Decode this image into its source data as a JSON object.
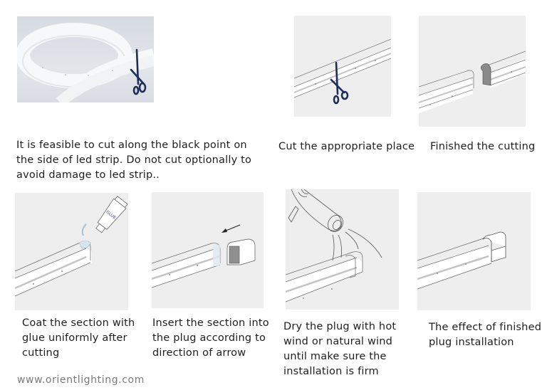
{
  "steps": [
    {
      "id": 1,
      "image": "flexible-led-strip-photo-with-scissors",
      "caption_lines": [
        "It is feasible to cut along the black point on",
        "the side of led strip. Do not cut optionally to",
        "avoid damage to led strip.."
      ]
    },
    {
      "id": 2,
      "image": "strip-with-scissors-at-cut-point",
      "caption_lines": [
        "Cut the appropriate place"
      ]
    },
    {
      "id": 3,
      "image": "strip-cut-into-two-pieces",
      "caption_lines": [
        "Finished the cutting"
      ]
    },
    {
      "id": 4,
      "image": "glue-tube-applying-glue",
      "glue_label": "GLUE",
      "caption_lines": [
        "Coat the section with",
        "glue uniformly after",
        "cutting"
      ]
    },
    {
      "id": 5,
      "image": "strip-inserting-into-end-plug-with-arrow",
      "caption_lines": [
        "Insert the section into",
        "the plug according to",
        "direction of arrow"
      ]
    },
    {
      "id": 6,
      "image": "hair-dryer-drying-plug",
      "caption_lines": [
        "Dry the plug with hot",
        "wind or natural wind",
        "until make sure the",
        "installation is firm"
      ]
    },
    {
      "id": 7,
      "image": "strip-with-installed-end-plug",
      "caption_lines": [
        "The effect of finished",
        "plug installation"
      ]
    }
  ],
  "footer": {
    "website": "www.orientlighting.com"
  },
  "colors": {
    "panel_bg": "#eeeeee",
    "scissors": "#1f2d5a",
    "line": "#6d6d6d",
    "strip_fill": "#ffffff",
    "led_band": "#c8c8c8"
  }
}
